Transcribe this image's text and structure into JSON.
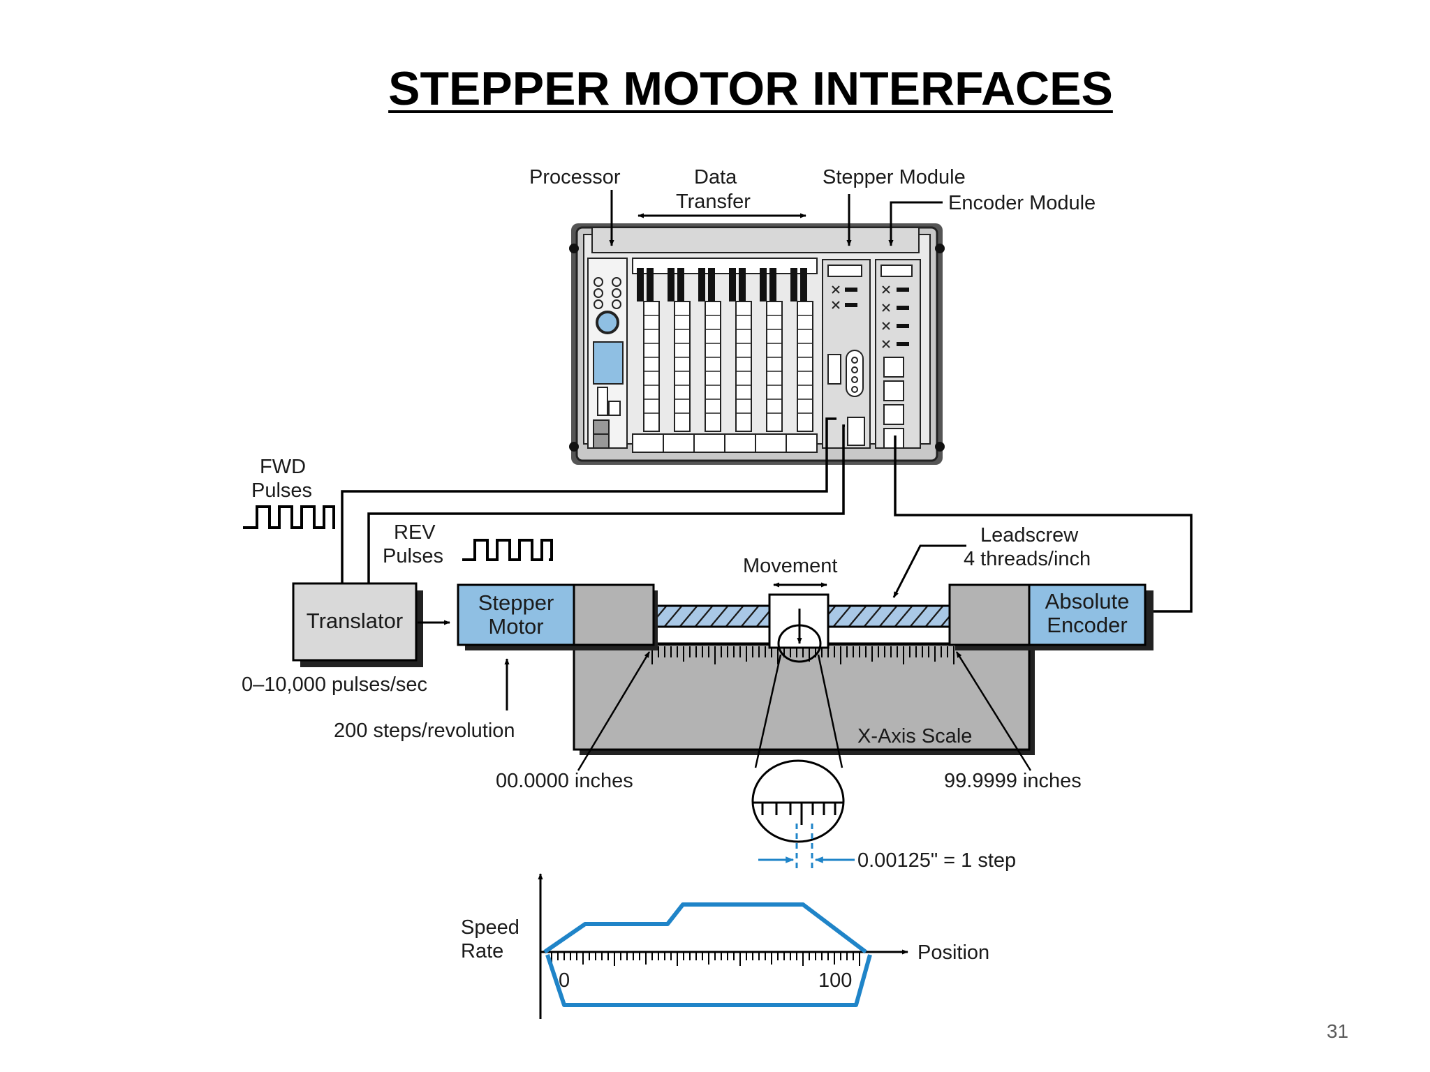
{
  "slide": {
    "title": "STEPPER MOTOR INTERFACES",
    "page_number": "31"
  },
  "colors": {
    "accent_blue": "#1f84c8",
    "module_fill": "#8fbfe3",
    "rack_gray": "#bdbdbd",
    "base_gray": "#b3b3b3"
  },
  "labels": {
    "processor": "Processor",
    "data_transfer_1": "Data",
    "data_transfer_2": "Transfer",
    "stepper_module": "Stepper Module",
    "encoder_module": "Encoder Module",
    "fwd_pulses_1": "FWD",
    "fwd_pulses_2": "Pulses",
    "rev_pulses_1": "REV",
    "rev_pulses_2": "Pulses",
    "leadscrew_1": "Leadscrew",
    "leadscrew_2": "4 threads/inch",
    "movement": "Movement",
    "translator": "Translator",
    "stepper_motor_1": "Stepper",
    "stepper_motor_2": "Motor",
    "absolute_encoder_1": "Absolute",
    "absolute_encoder_2": "Encoder",
    "pulse_rate": "0–10,000 pulses/sec",
    "steps_per_rev": "200 steps/revolution",
    "x_axis_scale": "X-Axis Scale",
    "scale_start": "00.0000 inches",
    "scale_end": "99.9999 inches",
    "step_size": "0.00125\" = 1 step",
    "speed_1": "Speed",
    "speed_2": "Rate",
    "position": "Position",
    "graph_zero": "0",
    "graph_hundred": "100"
  }
}
